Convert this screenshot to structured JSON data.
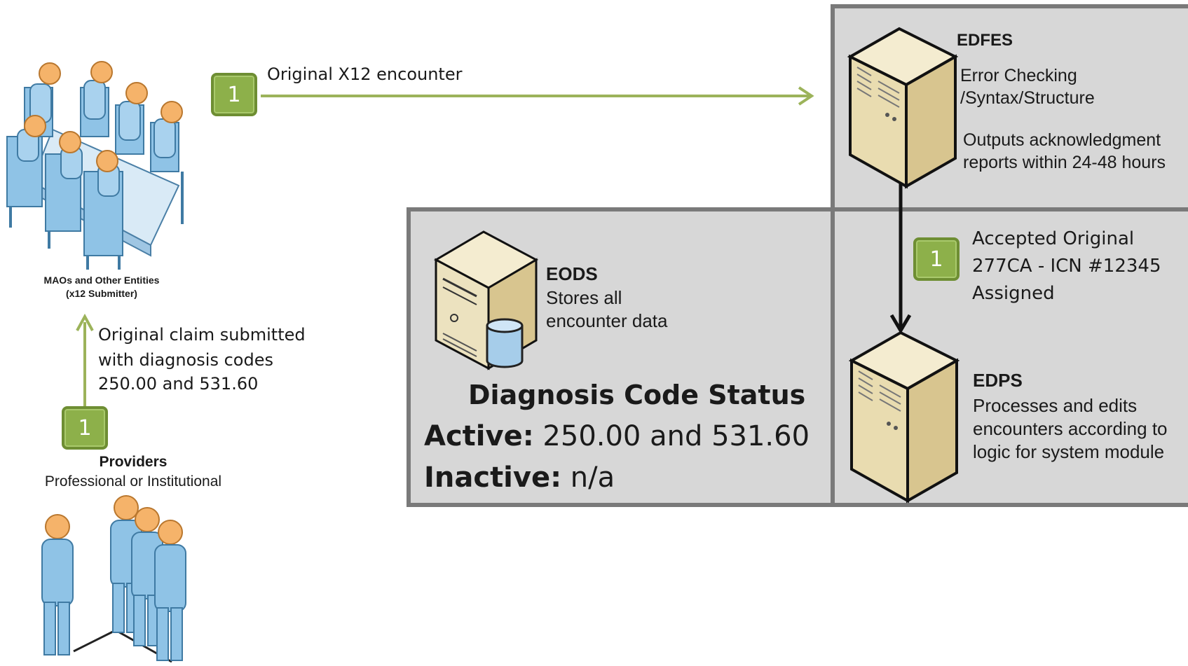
{
  "submitter": {
    "label_line1": "MAOs and Other Entities",
    "label_line2": "(x12 Submitter)"
  },
  "providers": {
    "title": "Providers",
    "subtitle": "Professional or Institutional"
  },
  "step_badge": "1",
  "arrow_top_label": "Original X12 encounter",
  "arrow_left_label": {
    "line1": "Original claim submitted",
    "line2": "with diagnosis codes",
    "line3": "250.00 and 531.60"
  },
  "edfes": {
    "title": "EDFES",
    "line1": "Error Checking",
    "line2": "/Syntax/Structure",
    "line3": "Outputs acknowledgment",
    "line4": "reports within 24-48 hours"
  },
  "accepted": {
    "line1": "Accepted Original",
    "line2": "277CA - ICN #12345",
    "line3": "Assigned"
  },
  "edps": {
    "title": "EDPS",
    "line1": "Processes and edits",
    "line2": "encounters according to",
    "line3": "logic for system module"
  },
  "eods": {
    "title": "EODS",
    "line1": "Stores all",
    "line2": "encounter data"
  },
  "status": {
    "heading": "Diagnosis Code Status",
    "active_label": "Active:",
    "active_value": " 250.00 and 531.60",
    "inactive_label": "Inactive:",
    "inactive_value": " n/a"
  },
  "colors": {
    "badge_green": "#8db04a",
    "arrow_green": "#9cb35a",
    "panel_gray": "#d7d7d7",
    "panel_border": "#7a7a7a",
    "person_blue": "#8fc3e6",
    "head_orange": "#f5b36a"
  }
}
